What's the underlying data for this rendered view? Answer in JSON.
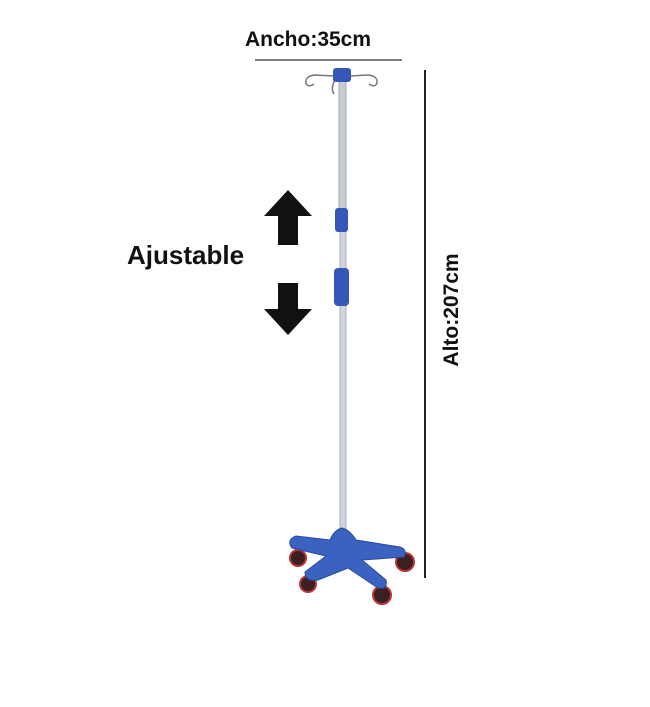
{
  "labels": {
    "width": "Ancho:35cm",
    "height": "Alto:207cm",
    "adjustable": "Ajustable"
  },
  "colors": {
    "stand_blue": "#3557b8",
    "pole": "#c8ccd2",
    "wheel": "#3a2020"
  }
}
